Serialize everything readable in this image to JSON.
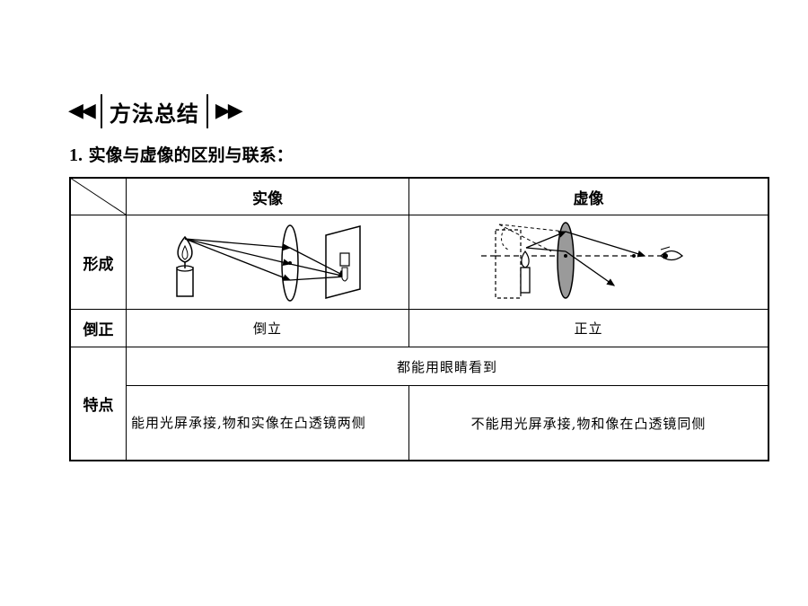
{
  "banner": {
    "title": "方法总结"
  },
  "heading": {
    "number": "1.",
    "text": "实像与虚像的区别与联系："
  },
  "table": {
    "col_real": "实像",
    "col_virtual": "虚像",
    "row_formation": "形成",
    "row_orientation": "倒正",
    "real_orientation": "倒立",
    "virtual_orientation": "正立",
    "row_features": "特点",
    "common_feature": "都能用眼睛看到",
    "real_feature": "能用光屏承接,物和实像在凸透镜两侧",
    "virtual_feature": "不能用光屏承接,物和像在凸透镜同侧"
  },
  "icons": [
    "left-double-arrow-icon",
    "right-double-arrow-icon",
    "candle-icon",
    "eye-icon"
  ]
}
